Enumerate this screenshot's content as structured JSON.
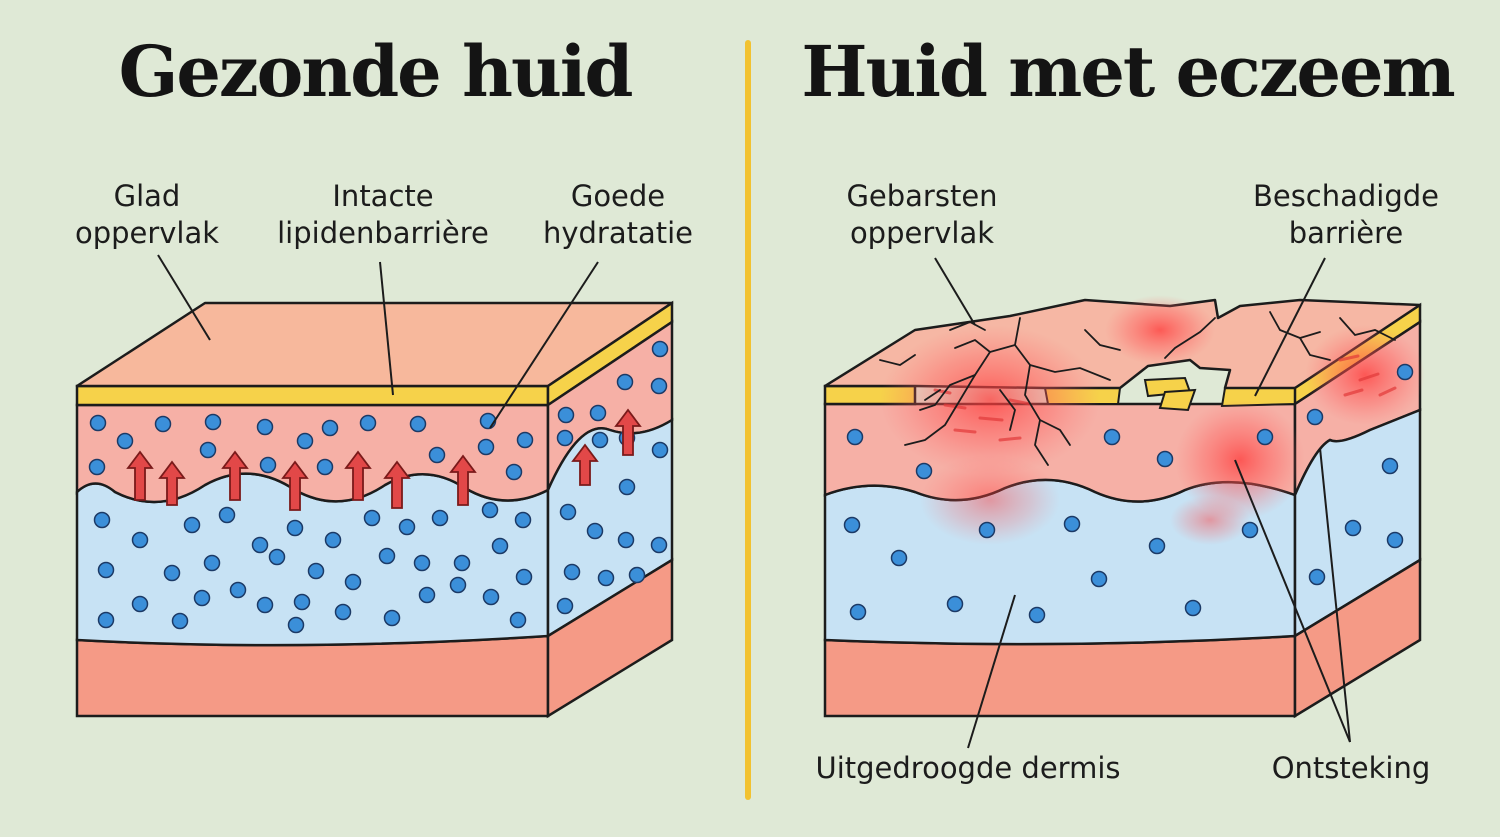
{
  "left": {
    "title": "Gezonde huid",
    "labels": {
      "smooth": [
        "Glad",
        "oppervlak"
      ],
      "lipid": [
        "Intacte",
        "lipidenbarrière"
      ],
      "hydration": [
        "Goede",
        "hydratatie"
      ]
    }
  },
  "right": {
    "title": "Huid met eczeem",
    "labels": {
      "cracked": [
        "Gebarsten",
        "oppervlak"
      ],
      "damaged": [
        "Beschadigde",
        "barrière"
      ],
      "dried": "Uitgedroogde dermis",
      "inflammation": "Ontsteking"
    }
  },
  "colors": {
    "background": "#dfe9d6",
    "divider": "#f2c230",
    "epidermis_top": "#f7b89c",
    "lipid_barrier": "#f6d24a",
    "epidermis": "#f6b0a6",
    "dermis": "#c7e2f4",
    "hypodermis": "#f59a86",
    "water_dot": "#3b8fd9",
    "arrow": "#e24848",
    "inflammation": "#ff4a4a"
  }
}
